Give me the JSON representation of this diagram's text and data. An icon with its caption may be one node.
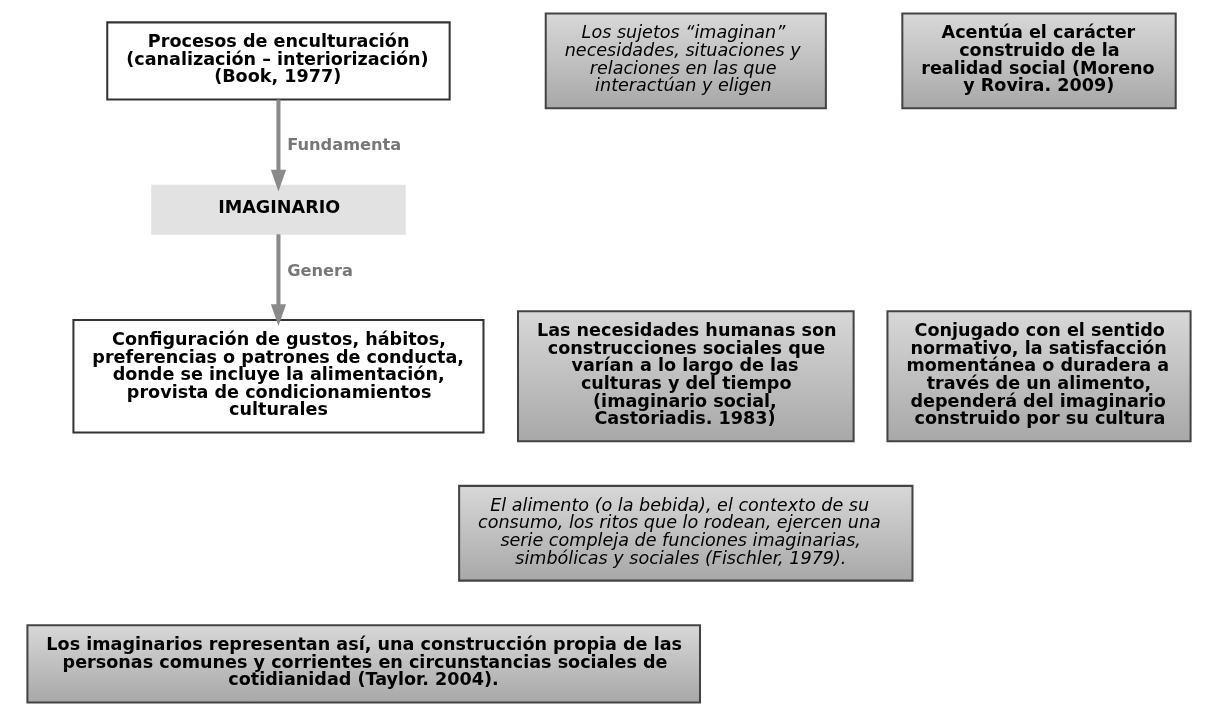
{
  "diagram": {
    "nodes": [
      {
        "text": [
          "Procesos de enculturación (canalización – interiorización) (Book, 1977)"
        ]
      },
      {
        "text": [
          "IMAGINARIO"
        ]
      },
      {
        "text": [
          "Configuración de gustos, hábitos, preferencias o patrones de conducta, donde se incluye la alimentación, provista de condicionamientos culturales"
        ]
      },
      {
        "text": [
          "Los sujetos “imaginan” necesidades, situaciones y relaciones en las que interactúan y eligen"
        ]
      },
      {
        "text": [
          "Acentúa el carácter construido de la realidad social (Moreno y Rovira. 2009)"
        ]
      },
      {
        "text": [
          "Las necesidades humanas son construcciones sociales que varían a lo largo de las culturas y del tiempo (imaginario social, Castoriadis. 1983)"
        ]
      },
      {
        "text": [
          "Conjugado con el sentido normativo, la satisfacción momentánea o duradera a través de un alimento, dependerá del imaginario construido por su cultura"
        ]
      },
      {
        "text": [
          "El alimento (o la bebida), el contexto de su consumo, los ritos que lo rodean, ejercen una serie compleja de funciones imaginarias, simbólicas y sociales (Fischler, 1979)."
        ]
      },
      {
        "text": [
          "Los imaginarios representan así, una construcción propia de las personas comunes y corrientes en circunstancias sociales de cotidianidad (Taylor. 2004)."
        ]
      }
    ],
    "edges": [
      {
        "from": 0,
        "to": 1,
        "arrow": "to",
        "label": "Fundamenta"
      },
      {
        "from": 1,
        "to": 2,
        "arrow": "to",
        "label": "Genera"
      }
    ]
  }
}
